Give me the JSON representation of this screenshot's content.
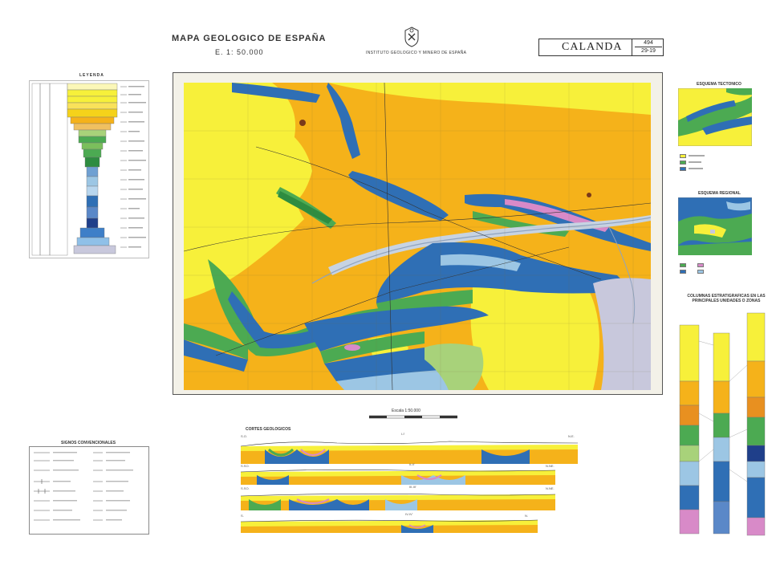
{
  "header": {
    "title": "MAPA GEOLOGICO DE ESPAÑA",
    "scale": "E. 1: 50.000",
    "institution": "INSTITUTO GEOLOGICO Y MINERO DE ESPAÑA",
    "sheet_name": "CALANDA",
    "sheet_number": "494",
    "sheet_grid": "29-19"
  },
  "legend": {
    "title": "LEYENDA"
  },
  "right_panels": {
    "tectonic_title": "ESQUEMA TECTONICO",
    "regional_title": "ESQUEMA REGIONAL",
    "columns_title_1": "COLUMNAS ESTRATIGRAFICAS EN LAS",
    "columns_title_2": "PRINCIPALES UNIDADES O ZONAS"
  },
  "bottom": {
    "signs_title": "SIGNOS CONVENCIONALES",
    "sections_title": "CORTES GEOLOGICOS",
    "map_scale": "Escala 1:50.000",
    "section_labels": [
      "I-I'",
      "II-II'",
      "III-III'",
      "IV-IV'"
    ],
    "section_ends": [
      "S.O.",
      "N.E.",
      "S.SO.",
      "N.NE.",
      "S.SO.",
      "N.NE.",
      "S.",
      "N."
    ]
  },
  "colors": {
    "orange": "#f5b21a",
    "yellow": "#f7f03a",
    "blue": "#2f6fb5",
    "light_blue": "#9cc6e4",
    "green": "#4caa52",
    "pale_green": "#a8d27a",
    "pink": "#d88ac8",
    "lavender": "#c8c8dc",
    "river": "#c7d3e2"
  },
  "icons": [
    "igme-seal-icon"
  ]
}
